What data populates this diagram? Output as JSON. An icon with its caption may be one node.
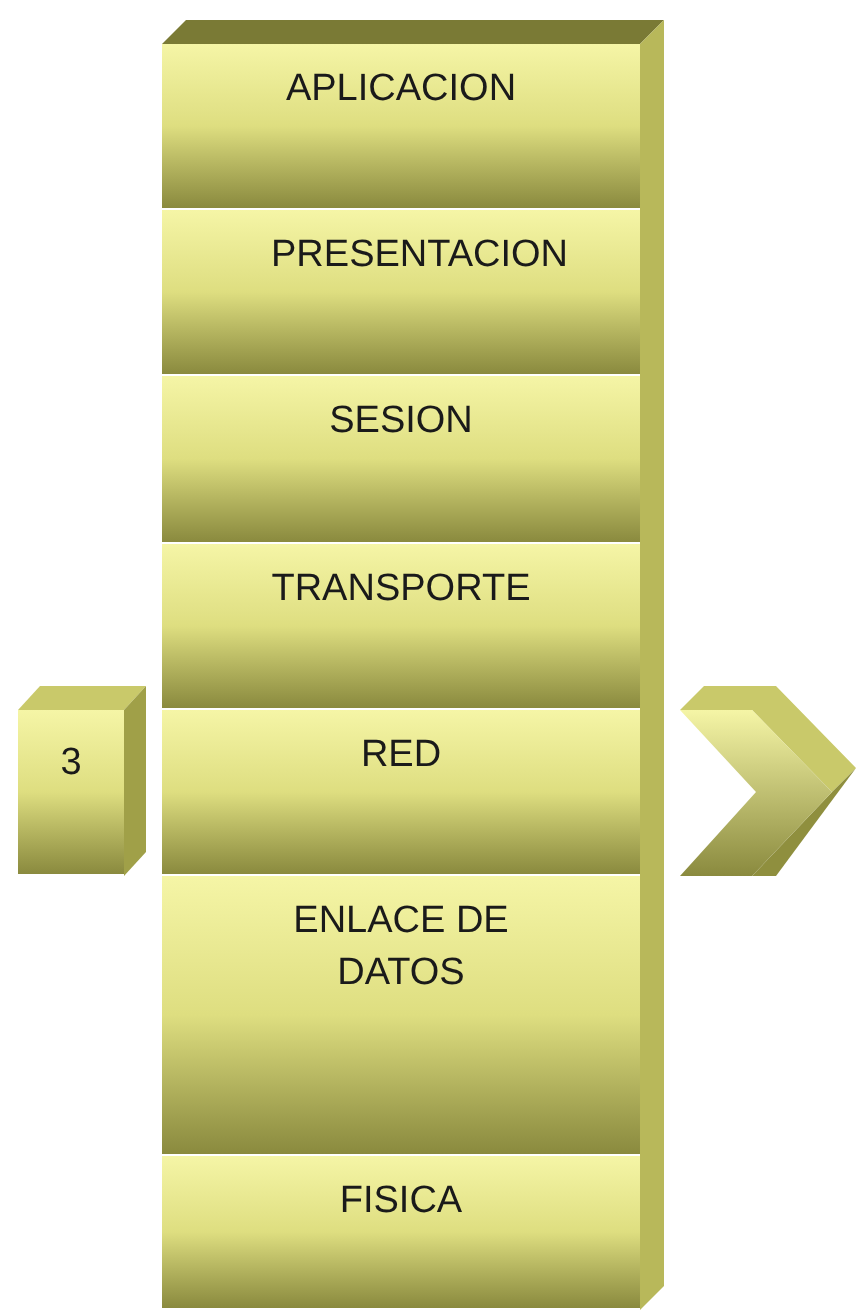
{
  "diagram": {
    "nodes": [
      {
        "text": [
          "APLICACION"
        ]
      },
      {
        "text": [
          "PRESENTACION"
        ]
      },
      {
        "text": [
          "SESION"
        ]
      },
      {
        "text": [
          "TRANSPORTE"
        ]
      },
      {
        "text": [
          "RED"
        ]
      },
      {
        "text": [
          "ENLACE DE DATOS"
        ]
      },
      {
        "text": [
          "FISICA"
        ]
      },
      {
        "text": [
          "3"
        ]
      },
      {
        "text": [],
        "shape": "chevron"
      }
    ]
  }
}
